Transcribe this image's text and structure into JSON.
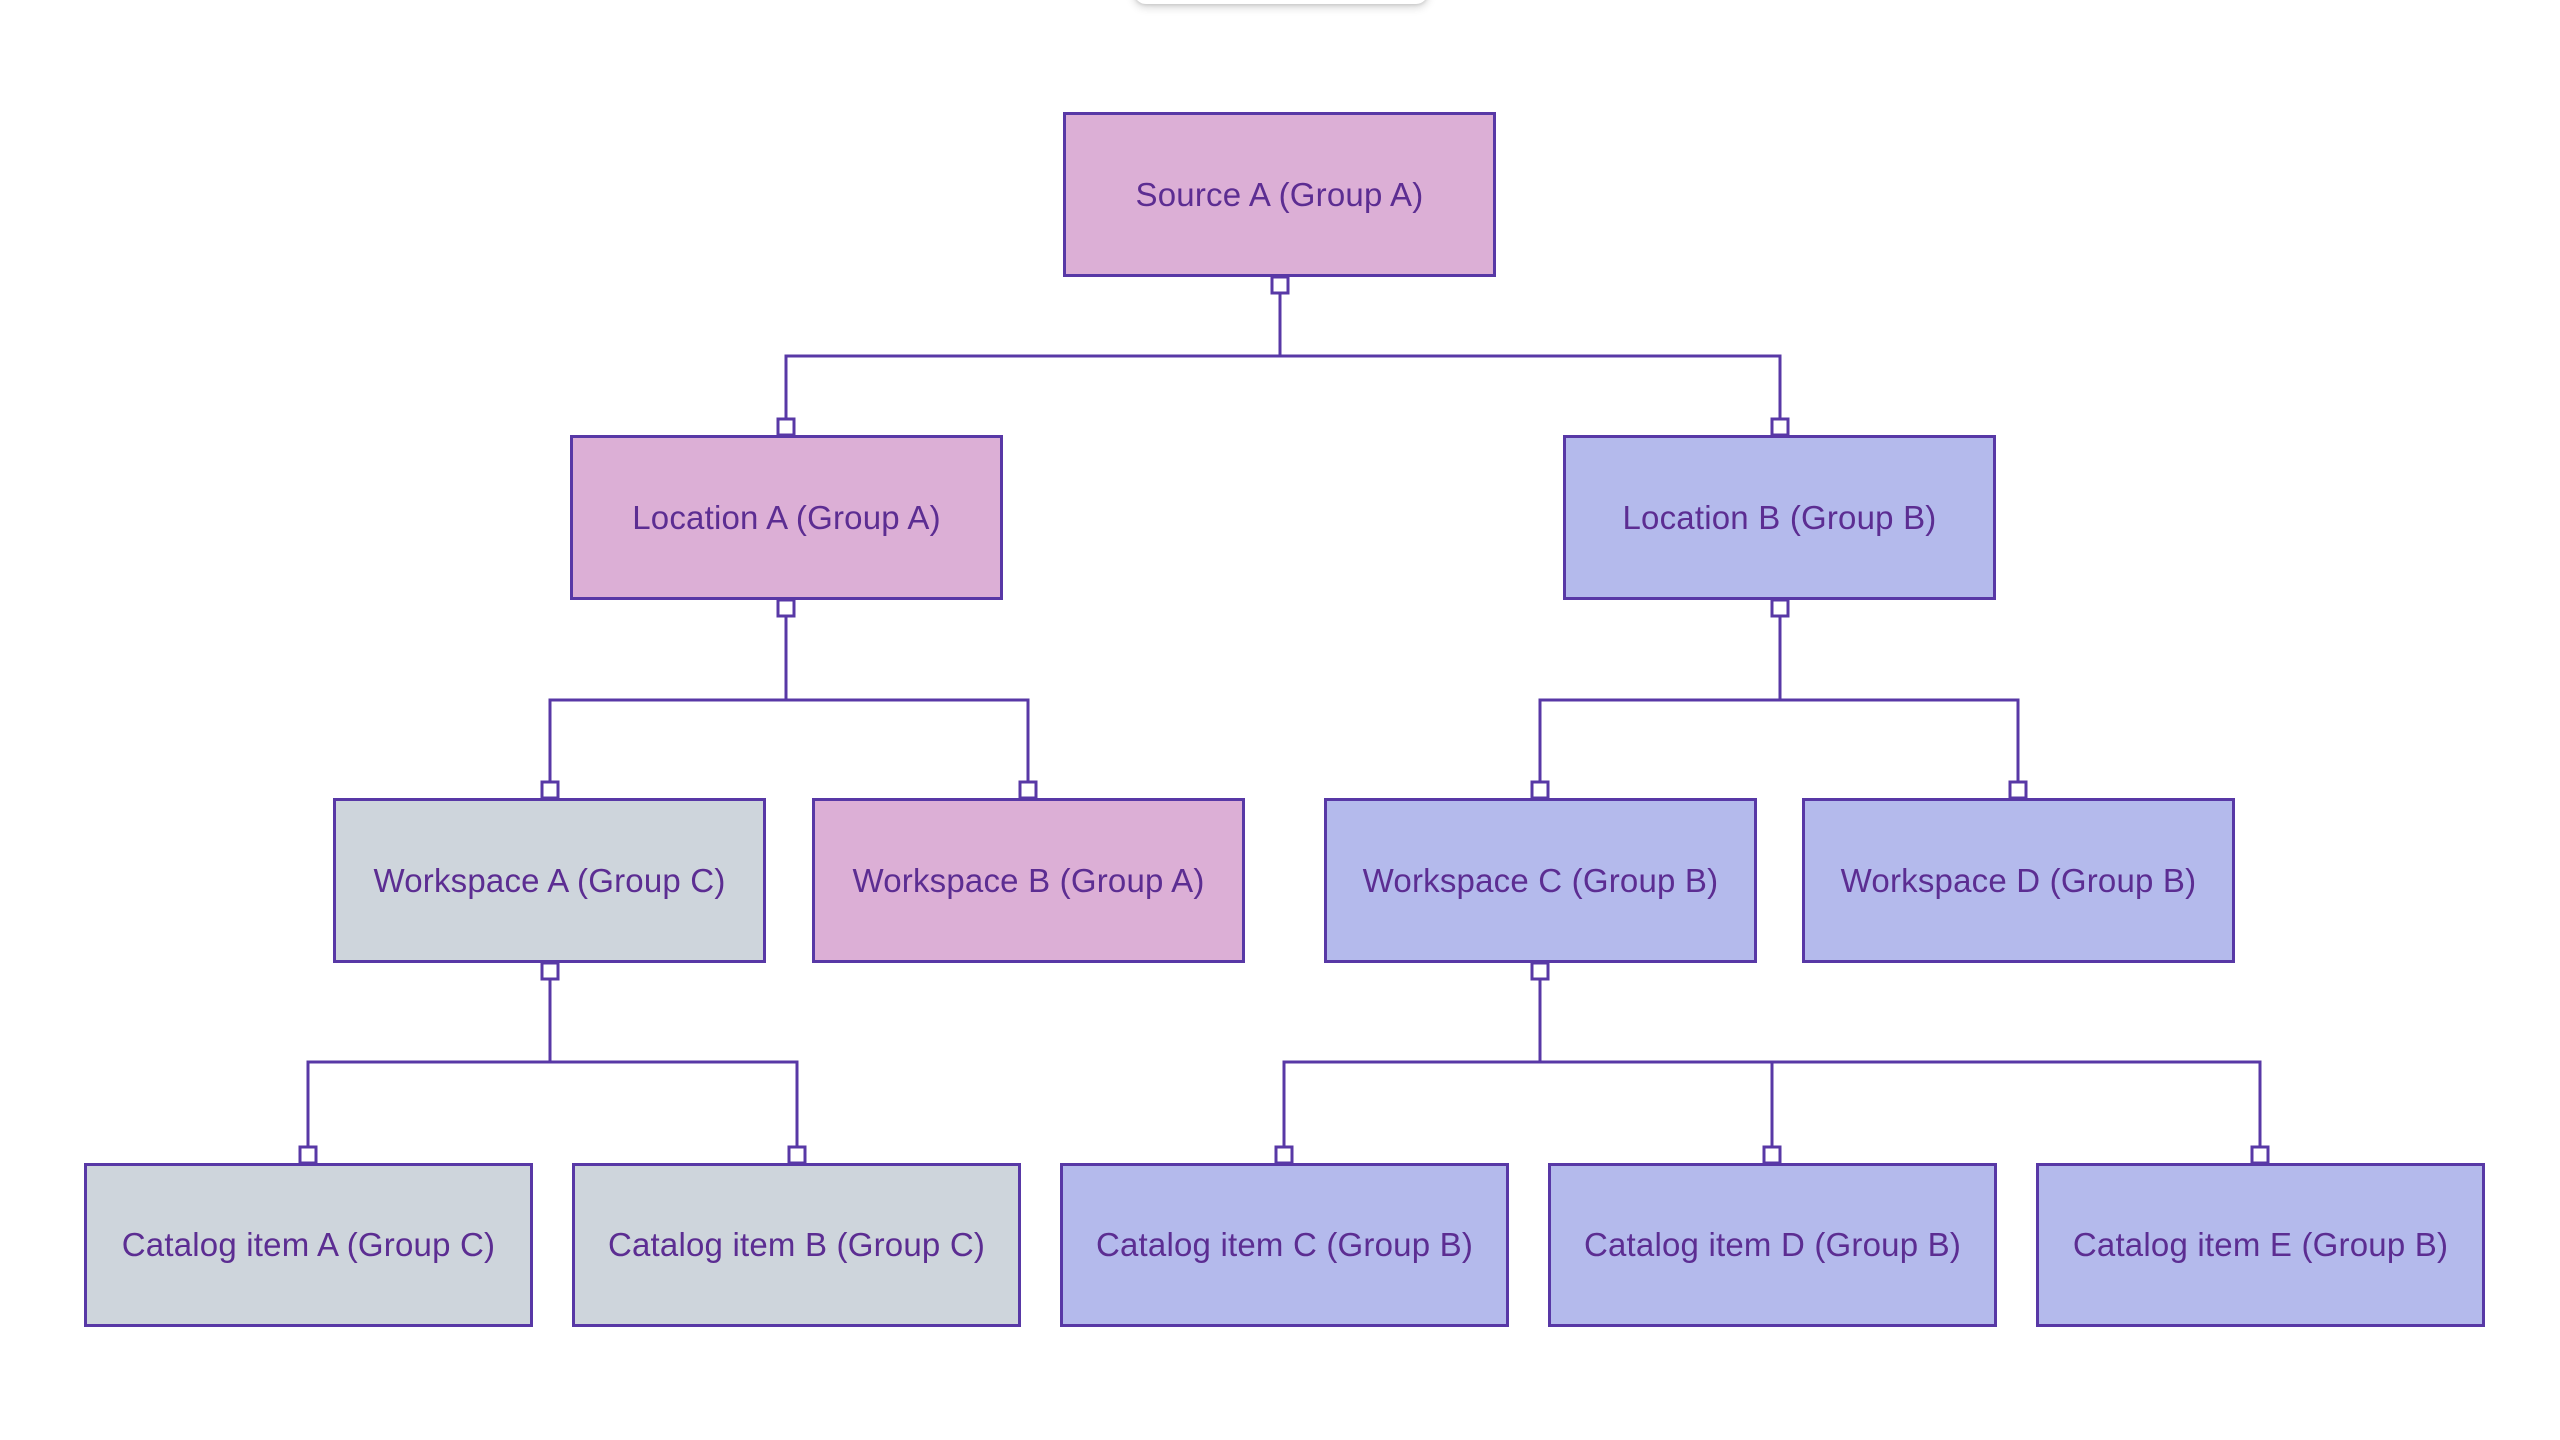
{
  "diagram": {
    "type": "hierarchy-tree",
    "background": "#ffffff",
    "connector_color": "#5838A6",
    "node_border_color": "#5838A6",
    "node_text_color": "#5C2D92",
    "connection_point": {
      "shape": "square",
      "fill": "#ffffff",
      "border": "#5838A6"
    },
    "levels": [
      "Source",
      "Location",
      "Workspace",
      "Catalog item"
    ],
    "groups": [
      {
        "name": "Group A",
        "fill": "#DCAFD6"
      },
      {
        "name": "Group B",
        "fill": "#B4BAEC"
      },
      {
        "name": "Group C",
        "fill": "#CED5DC"
      }
    ]
  },
  "nodes": [
    {
      "id": "source-a",
      "label": "Source A (Group A)",
      "group": "Group A",
      "level": "Source"
    },
    {
      "id": "location-a",
      "label": "Location A (Group A)",
      "group": "Group A",
      "level": "Location"
    },
    {
      "id": "location-b",
      "label": "Location B (Group B)",
      "group": "Group B",
      "level": "Location"
    },
    {
      "id": "workspace-a",
      "label": "Workspace A (Group C)",
      "group": "Group C",
      "level": "Workspace"
    },
    {
      "id": "workspace-b",
      "label": "Workspace B (Group A)",
      "group": "Group A",
      "level": "Workspace"
    },
    {
      "id": "workspace-c",
      "label": "Workspace C (Group B)",
      "group": "Group B",
      "level": "Workspace"
    },
    {
      "id": "workspace-d",
      "label": "Workspace D (Group B)",
      "group": "Group B",
      "level": "Workspace"
    },
    {
      "id": "catalog-a",
      "label": "Catalog item A (Group C)",
      "group": "Group C",
      "level": "Catalog item"
    },
    {
      "id": "catalog-b",
      "label": "Catalog item B (Group C)",
      "group": "Group C",
      "level": "Catalog item"
    },
    {
      "id": "catalog-c",
      "label": "Catalog item C (Group B)",
      "group": "Group B",
      "level": "Catalog item"
    },
    {
      "id": "catalog-d",
      "label": "Catalog item D (Group B)",
      "group": "Group B",
      "level": "Catalog item"
    },
    {
      "id": "catalog-e",
      "label": "Catalog item E (Group B)",
      "group": "Group B",
      "level": "Catalog item"
    }
  ],
  "edges": [
    {
      "from": "source-a",
      "to": "location-a"
    },
    {
      "from": "source-a",
      "to": "location-b"
    },
    {
      "from": "location-a",
      "to": "workspace-a"
    },
    {
      "from": "location-a",
      "to": "workspace-b"
    },
    {
      "from": "location-b",
      "to": "workspace-c"
    },
    {
      "from": "location-b",
      "to": "workspace-d"
    },
    {
      "from": "workspace-a",
      "to": "catalog-a"
    },
    {
      "from": "workspace-a",
      "to": "catalog-b"
    },
    {
      "from": "workspace-c",
      "to": "catalog-c"
    },
    {
      "from": "workspace-c",
      "to": "catalog-d"
    },
    {
      "from": "workspace-c",
      "to": "catalog-e"
    }
  ]
}
